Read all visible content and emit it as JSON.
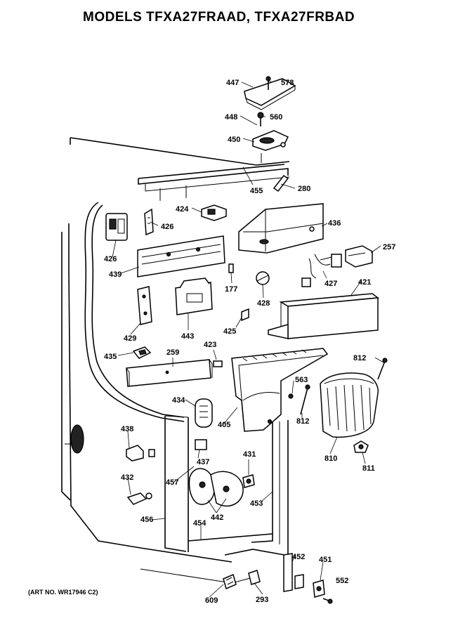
{
  "title": "MODELS TFXA27FRAAD, TFXA27FRBAD",
  "art_number": "(ART NO. WR17946 C2)",
  "parts": [
    "447",
    "578",
    "448",
    "560",
    "450",
    "455",
    "280",
    "424",
    "426",
    "426",
    "436",
    "257",
    "439",
    "177",
    "427",
    "421",
    "428",
    "429",
    "443",
    "425",
    "435",
    "259",
    "423",
    "812",
    "563",
    "812",
    "434",
    "405",
    "438",
    "437",
    "431",
    "810",
    "811",
    "432",
    "457",
    "442",
    "453",
    "456",
    "454",
    "452",
    "451",
    "552",
    "609",
    "293"
  ]
}
